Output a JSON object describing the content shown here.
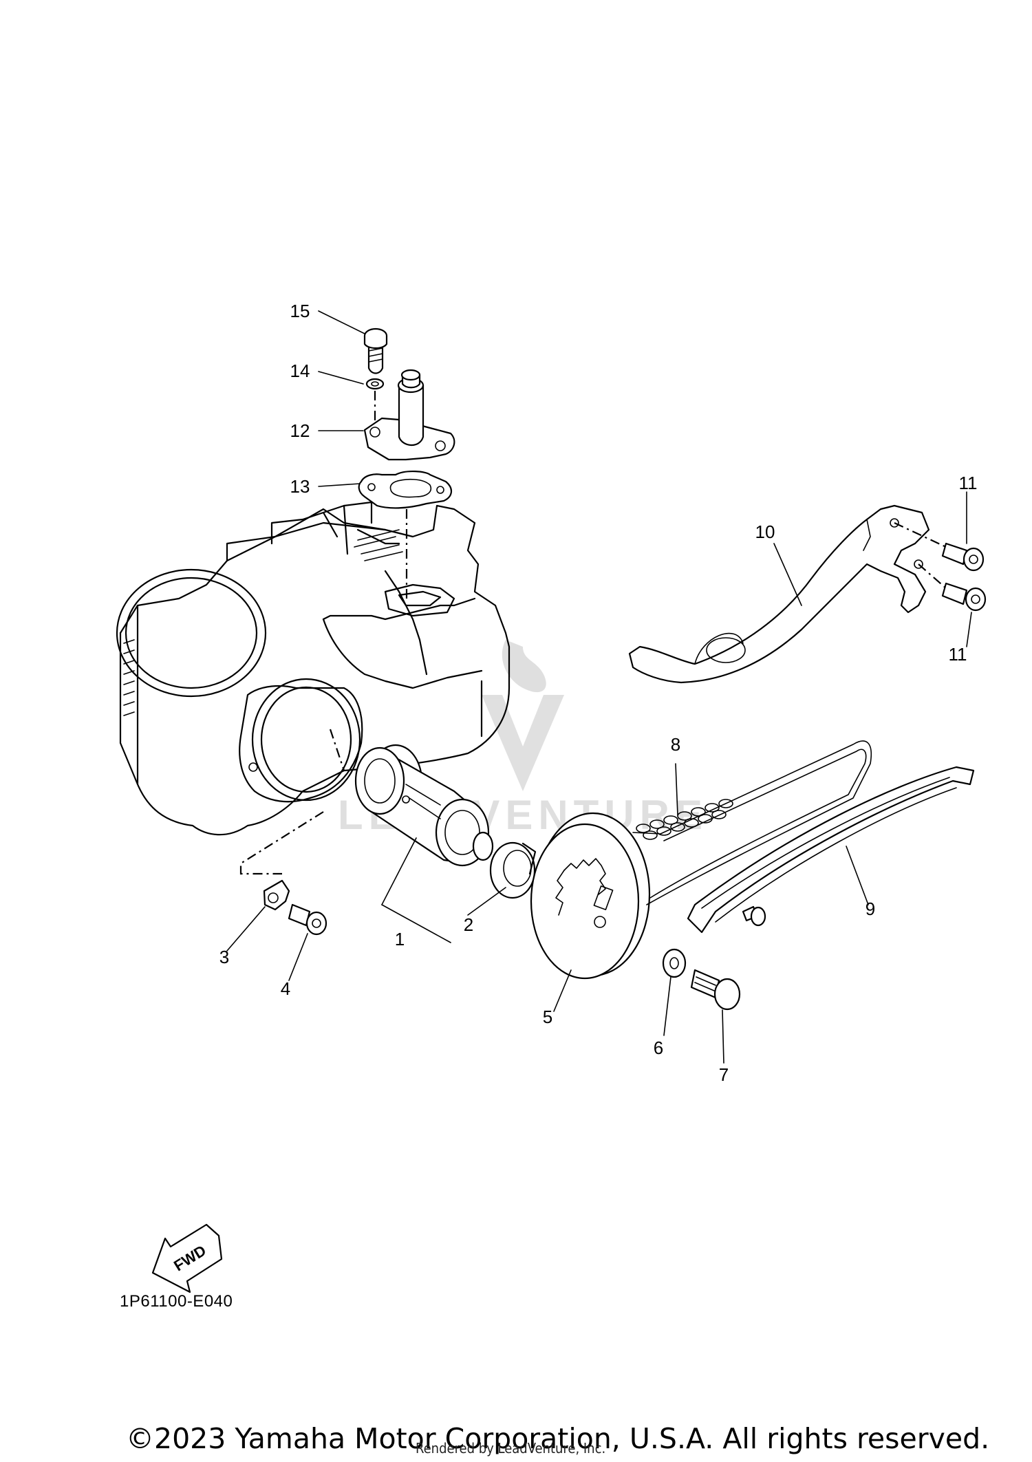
{
  "diagram_code": "1P61100-E040",
  "copyright": "©2023 Yamaha Motor Corporation, U.S.A. All rights reserved.",
  "rendered_by": "Rendered by LeadVenture, Inc.",
  "fwd_label": "FWD",
  "watermark_text": "LEADVENTURE",
  "callouts": [
    {
      "id": "1",
      "label": "1"
    },
    {
      "id": "2",
      "label": "2"
    },
    {
      "id": "3",
      "label": "3"
    },
    {
      "id": "4",
      "label": "4"
    },
    {
      "id": "5",
      "label": "5"
    },
    {
      "id": "6",
      "label": "6"
    },
    {
      "id": "7",
      "label": "7"
    },
    {
      "id": "8",
      "label": "8"
    },
    {
      "id": "9",
      "label": "9"
    },
    {
      "id": "10",
      "label": "10"
    },
    {
      "id": "11a",
      "label": "11"
    },
    {
      "id": "11b",
      "label": "11"
    },
    {
      "id": "12",
      "label": "12"
    },
    {
      "id": "13",
      "label": "13"
    },
    {
      "id": "14",
      "label": "14"
    },
    {
      "id": "15",
      "label": "15"
    }
  ]
}
